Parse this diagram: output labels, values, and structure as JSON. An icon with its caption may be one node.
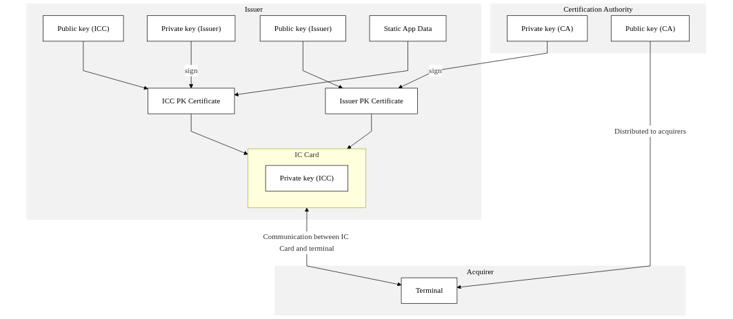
{
  "diagram": {
    "nodes": [
      {
        "text": [
          "Issuer"
        ]
      },
      {
        "text": [
          "Public key (ICC)"
        ],
        "in": 0
      },
      {
        "text": [
          "Private key (Issuer)"
        ],
        "in": 0
      },
      {
        "text": [
          "Public key (Issuer)"
        ],
        "in": 0
      },
      {
        "text": [
          "Static App Data"
        ],
        "in": 0
      },
      {
        "text": [
          "ICC PK Certificate"
        ],
        "in": 0
      },
      {
        "text": [
          "Issuer PK Certificate"
        ],
        "in": 0
      },
      {
        "text": [
          "IC Card"
        ],
        "in": 0
      },
      {
        "text": [
          "Private key (ICC)"
        ],
        "in": 7
      },
      {
        "text": [
          "Certification Authority"
        ]
      },
      {
        "text": [
          "Private key (CA)"
        ],
        "in": 9
      },
      {
        "text": [
          "Public key (CA)"
        ],
        "in": 9
      },
      {
        "text": [
          "Acquirer"
        ]
      },
      {
        "text": [
          "Terminal"
        ],
        "in": 12
      }
    ],
    "edges": [
      {
        "from": 1,
        "to": 5,
        "arrow": "to"
      },
      {
        "from": 2,
        "to": 5,
        "arrow": "to",
        "label": "sign"
      },
      {
        "from": 4,
        "to": 5,
        "arrow": "to"
      },
      {
        "from": 3,
        "to": 6,
        "arrow": "to"
      },
      {
        "from": 10,
        "to": 6,
        "arrow": "to",
        "label": "sign"
      },
      {
        "from": 5,
        "to": 7,
        "arrow": "to"
      },
      {
        "from": 6,
        "to": 7,
        "arrow": "to"
      },
      {
        "from": 11,
        "to": 13,
        "arrow": "to",
        "label": "Distributed to acquirers"
      },
      {
        "from": 7,
        "to": 13,
        "arrow": "both",
        "label": "Communication between IC Card and terminal"
      }
    ]
  }
}
